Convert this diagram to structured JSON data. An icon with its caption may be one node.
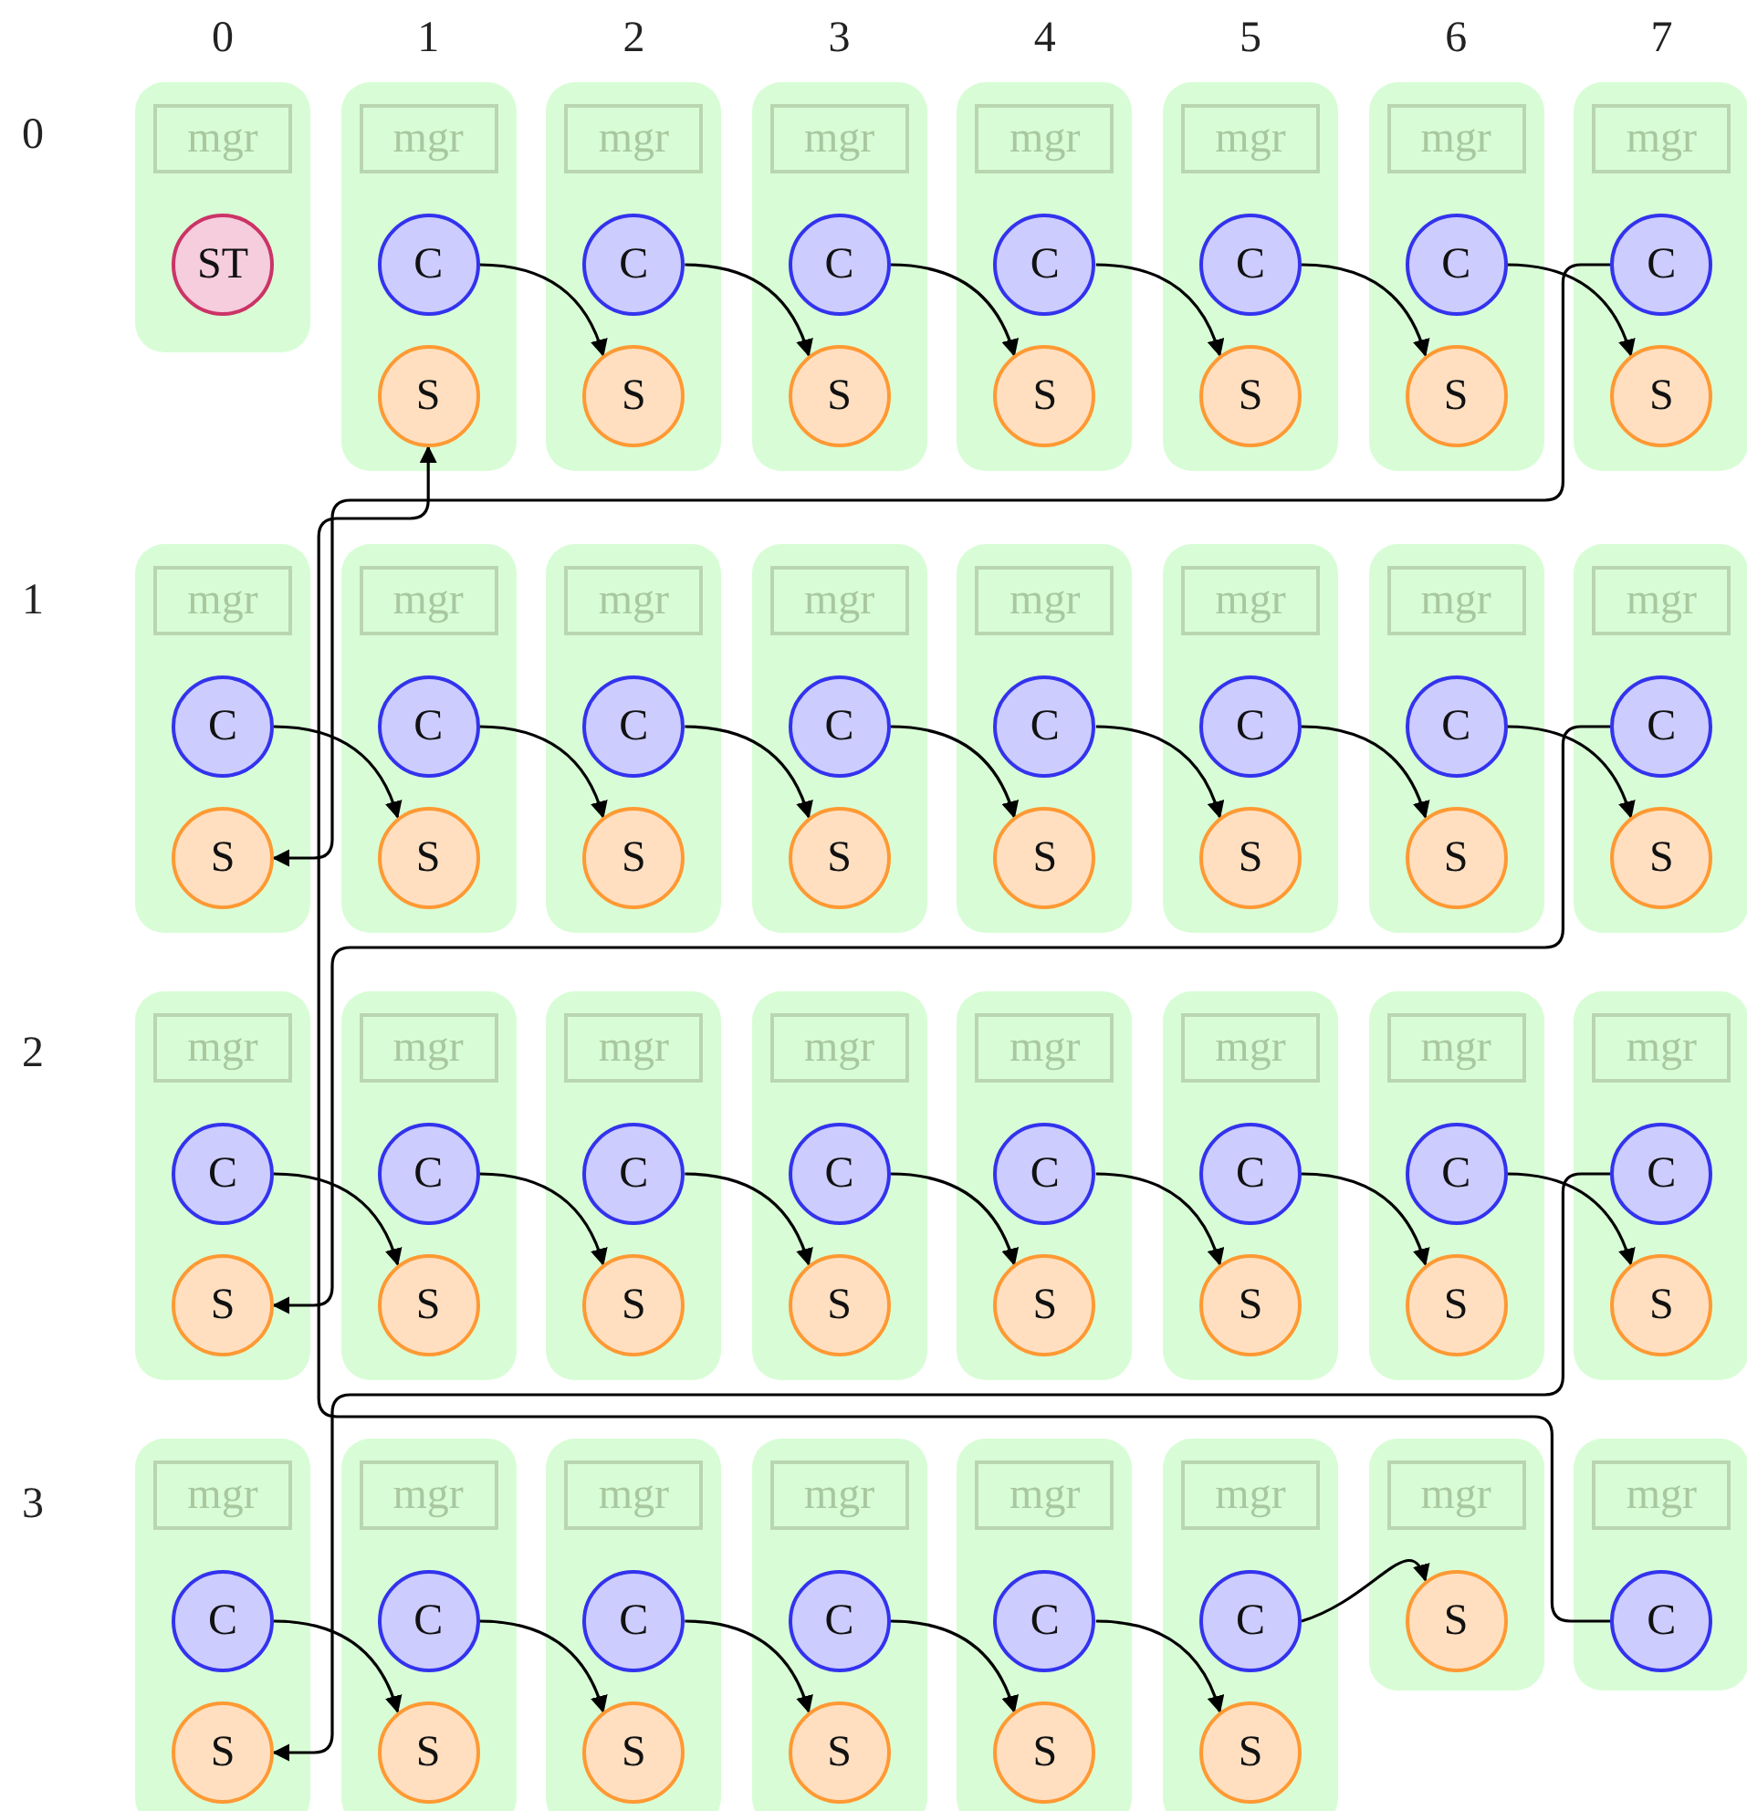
{
  "diagram": {
    "nodes": [
      {
        "text": [],
        "shape": "box"
      },
      {
        "text": [
          "mgr"
        ],
        "in": 0
      },
      {
        "text": [
          "ST"
        ],
        "in": 0
      },
      {
        "text": [],
        "shape": "box"
      },
      {
        "text": [
          "mgr"
        ],
        "in": 3
      },
      {
        "text": [
          "C"
        ],
        "in": 3
      },
      {
        "text": [
          "S"
        ],
        "in": 3
      },
      {
        "text": [],
        "shape": "box"
      },
      {
        "text": [
          "mgr"
        ],
        "in": 7
      },
      {
        "text": [
          "C"
        ],
        "in": 7
      },
      {
        "text": [
          "S"
        ],
        "in": 7
      },
      {
        "text": [],
        "shape": "box"
      },
      {
        "text": [
          "mgr"
        ],
        "in": 11
      },
      {
        "text": [
          "C"
        ],
        "in": 11
      },
      {
        "text": [
          "S"
        ],
        "in": 11
      },
      {
        "text": [],
        "shape": "box"
      },
      {
        "text": [
          "mgr"
        ],
        "in": 15
      },
      {
        "text": [
          "C"
        ],
        "in": 15
      },
      {
        "text": [
          "S"
        ],
        "in": 15
      },
      {
        "text": [],
        "shape": "box"
      },
      {
        "text": [
          "mgr"
        ],
        "in": 19
      },
      {
        "text": [
          "C"
        ],
        "in": 19
      },
      {
        "text": [
          "S"
        ],
        "in": 19
      },
      {
        "text": [],
        "shape": "box"
      },
      {
        "text": [
          "mgr"
        ],
        "in": 23
      },
      {
        "text": [
          "C"
        ],
        "in": 23
      },
      {
        "text": [
          "S"
        ],
        "in": 23
      },
      {
        "text": [],
        "shape": "box"
      },
      {
        "text": [
          "mgr"
        ],
        "in": 27
      },
      {
        "text": [
          "C"
        ],
        "in": 27
      },
      {
        "text": [
          "S"
        ],
        "in": 27
      },
      {
        "text": [],
        "shape": "box"
      },
      {
        "text": [
          "mgr"
        ],
        "in": 31
      },
      {
        "text": [
          "C"
        ],
        "in": 31
      },
      {
        "text": [
          "S"
        ],
        "in": 31
      },
      {
        "text": [],
        "shape": "box"
      },
      {
        "text": [
          "mgr"
        ],
        "in": 35
      },
      {
        "text": [
          "C"
        ],
        "in": 35
      },
      {
        "text": [
          "S"
        ],
        "in": 35
      },
      {
        "text": [],
        "shape": "box"
      },
      {
        "text": [
          "mgr"
        ],
        "in": 39
      },
      {
        "text": [
          "C"
        ],
        "in": 39
      },
      {
        "text": [
          "S"
        ],
        "in": 39
      },
      {
        "text": [],
        "shape": "box"
      },
      {
        "text": [
          "mgr"
        ],
        "in": 43
      },
      {
        "text": [
          "C"
        ],
        "in": 43
      },
      {
        "text": [
          "S"
        ],
        "in": 43
      },
      {
        "text": [],
        "shape": "box"
      },
      {
        "text": [
          "mgr"
        ],
        "in": 47
      },
      {
        "text": [
          "C"
        ],
        "in": 47
      },
      {
        "text": [
          "S"
        ],
        "in": 47
      },
      {
        "text": [],
        "shape": "box"
      },
      {
        "text": [
          "mgr"
        ],
        "in": 51
      },
      {
        "text": [
          "C"
        ],
        "in": 51
      },
      {
        "text": [
          "S"
        ],
        "in": 51
      },
      {
        "text": [],
        "shape": "box"
      },
      {
        "text": [
          "mgr"
        ],
        "in": 55
      },
      {
        "text": [
          "C"
        ],
        "in": 55
      },
      {
        "text": [
          "S"
        ],
        "in": 55
      },
      {
        "text": [],
        "shape": "box"
      },
      {
        "text": [
          "mgr"
        ],
        "in": 59
      },
      {
        "text": [
          "C"
        ],
        "in": 59
      },
      {
        "text": [
          "S"
        ],
        "in": 59
      },
      {
        "text": [],
        "shape": "box"
      },
      {
        "text": [
          "mgr"
        ],
        "in": 63
      },
      {
        "text": [
          "C"
        ],
        "in": 63
      },
      {
        "text": [
          "S"
        ],
        "in": 63
      },
      {
        "text": [],
        "shape": "box"
      },
      {
        "text": [
          "mgr"
        ],
        "in": 67
      },
      {
        "text": [
          "C"
        ],
        "in": 67
      },
      {
        "text": [
          "S"
        ],
        "in": 67
      },
      {
        "text": [],
        "shape": "box"
      },
      {
        "text": [
          "mgr"
        ],
        "in": 71
      },
      {
        "text": [
          "C"
        ],
        "in": 71
      },
      {
        "text": [
          "S"
        ],
        "in": 71
      },
      {
        "text": [],
        "shape": "box"
      },
      {
        "text": [
          "mgr"
        ],
        "in": 75
      },
      {
        "text": [
          "C"
        ],
        "in": 75
      },
      {
        "text": [
          "S"
        ],
        "in": 75
      },
      {
        "text": [],
        "shape": "box"
      },
      {
        "text": [
          "mgr"
        ],
        "in": 79
      },
      {
        "text": [
          "C"
        ],
        "in": 79
      },
      {
        "text": [
          "S"
        ],
        "in": 79
      },
      {
        "text": [],
        "shape": "box"
      },
      {
        "text": [
          "mgr"
        ],
        "in": 83
      },
      {
        "text": [
          "C"
        ],
        "in": 83
      },
      {
        "text": [
          "S"
        ],
        "in": 83
      },
      {
        "text": [],
        "shape": "box"
      },
      {
        "text": [
          "mgr"
        ],
        "in": 87
      },
      {
        "text": [
          "C"
        ],
        "in": 87
      },
      {
        "text": [
          "S"
        ],
        "in": 87
      },
      {
        "text": [],
        "shape": "box"
      },
      {
        "text": [
          "mgr"
        ],
        "in": 91
      },
      {
        "text": [
          "C"
        ],
        "in": 91
      },
      {
        "text": [
          "S"
        ],
        "in": 91
      },
      {
        "text": [],
        "shape": "box"
      },
      {
        "text": [
          "mgr"
        ],
        "in": 95
      },
      {
        "text": [
          "C"
        ],
        "in": 95
      },
      {
        "text": [
          "S"
        ],
        "in": 95
      },
      {
        "text": [],
        "shape": "box"
      },
      {
        "text": [
          "mgr"
        ],
        "in": 99
      },
      {
        "text": [
          "C"
        ],
        "in": 99
      },
      {
        "text": [
          "S"
        ],
        "in": 99
      },
      {
        "text": [],
        "shape": "box"
      },
      {
        "text": [
          "mgr"
        ],
        "in": 103
      },
      {
        "text": [
          "C"
        ],
        "in": 103
      },
      {
        "text": [
          "S"
        ],
        "in": 103
      },
      {
        "text": [],
        "shape": "box"
      },
      {
        "text": [
          "mgr"
        ],
        "in": 107
      },
      {
        "text": [
          "C"
        ],
        "in": 107
      },
      {
        "text": [
          "S"
        ],
        "in": 107
      },
      {
        "text": [],
        "shape": "box"
      },
      {
        "text": [
          "mgr"
        ],
        "in": 111
      },
      {
        "text": [
          "C"
        ],
        "in": 111
      },
      {
        "text": [
          "S"
        ],
        "in": 111
      },
      {
        "text": [],
        "shape": "box"
      },
      {
        "text": [
          "mgr"
        ],
        "in": 115
      },
      {
        "text": [
          "C"
        ],
        "in": 115
      },
      {
        "text": [
          "S"
        ],
        "in": 115
      },
      {
        "text": [],
        "shape": "box"
      },
      {
        "text": [
          "mgr"
        ],
        "in": 119
      },
      {
        "text": [
          "S"
        ],
        "in": 119
      },
      {
        "text": [],
        "shape": "box"
      },
      {
        "text": [
          "mgr"
        ],
        "in": 122
      },
      {
        "text": [
          "C"
        ],
        "in": 122
      }
    ],
    "edges": [
      {
        "from": 5,
        "to": 10,
        "arrow": "to"
      },
      {
        "from": 9,
        "to": 14,
        "arrow": "to"
      },
      {
        "from": 13,
        "to": 18,
        "arrow": "to"
      },
      {
        "from": 17,
        "to": 22,
        "arrow": "to"
      },
      {
        "from": 21,
        "to": 26,
        "arrow": "to"
      },
      {
        "from": 25,
        "to": 30,
        "arrow": "to"
      },
      {
        "from": 29,
        "to": 34,
        "arrow": "to"
      },
      {
        "from": 33,
        "to": 38,
        "arrow": "to"
      },
      {
        "from": 37,
        "to": 42,
        "arrow": "to"
      },
      {
        "from": 41,
        "to": 46,
        "arrow": "to"
      },
      {
        "from": 45,
        "to": 50,
        "arrow": "to"
      },
      {
        "from": 49,
        "to": 54,
        "arrow": "to"
      },
      {
        "from": 53,
        "to": 58,
        "arrow": "to"
      },
      {
        "from": 57,
        "to": 62,
        "arrow": "to"
      },
      {
        "from": 61,
        "to": 66,
        "arrow": "to"
      },
      {
        "from": 65,
        "to": 70,
        "arrow": "to"
      },
      {
        "from": 69,
        "to": 74,
        "arrow": "to"
      },
      {
        "from": 73,
        "to": 78,
        "arrow": "to"
      },
      {
        "from": 77,
        "to": 82,
        "arrow": "to"
      },
      {
        "from": 81,
        "to": 86,
        "arrow": "to"
      },
      {
        "from": 85,
        "to": 90,
        "arrow": "to"
      },
      {
        "from": 89,
        "to": 94,
        "arrow": "to"
      },
      {
        "from": 93,
        "to": 98,
        "arrow": "to"
      },
      {
        "from": 97,
        "to": 102,
        "arrow": "to"
      },
      {
        "from": 101,
        "to": 106,
        "arrow": "to"
      },
      {
        "from": 105,
        "to": 110,
        "arrow": "to"
      },
      {
        "from": 109,
        "to": 114,
        "arrow": "to"
      },
      {
        "from": 113,
        "to": 118,
        "arrow": "to"
      },
      {
        "from": 117,
        "to": 121,
        "arrow": "to"
      },
      {
        "from": 124,
        "to": 6,
        "arrow": "to"
      }
    ],
    "labels": [
      "0",
      "1",
      "2",
      "3",
      "4",
      "5",
      "6",
      "7",
      "0",
      "1",
      "2",
      "3"
    ]
  }
}
